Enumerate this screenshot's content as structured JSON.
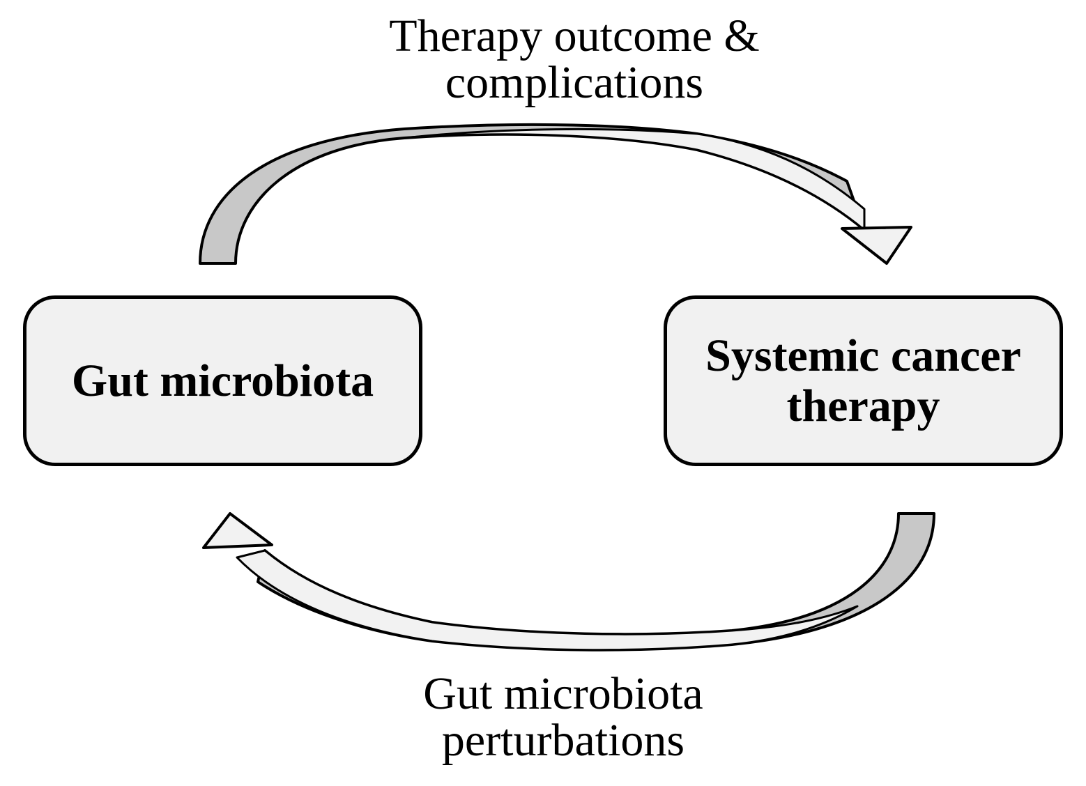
{
  "diagram": {
    "top_arrow_label": {
      "line1": "Therapy outcome &",
      "line2": "complications"
    },
    "bottom_arrow_label": {
      "line1": "Gut microbiota",
      "line2": "perturbations"
    },
    "left_node": {
      "label": "Gut microbiota"
    },
    "right_node": {
      "label_line1": "Systemic cancer",
      "label_line2": "therapy"
    }
  },
  "colors": {
    "box_fill": "#f1f1f1",
    "arrow_body_dark": "#c8c8c8",
    "arrow_body_light": "#f2f2f2",
    "stroke": "#000000"
  }
}
